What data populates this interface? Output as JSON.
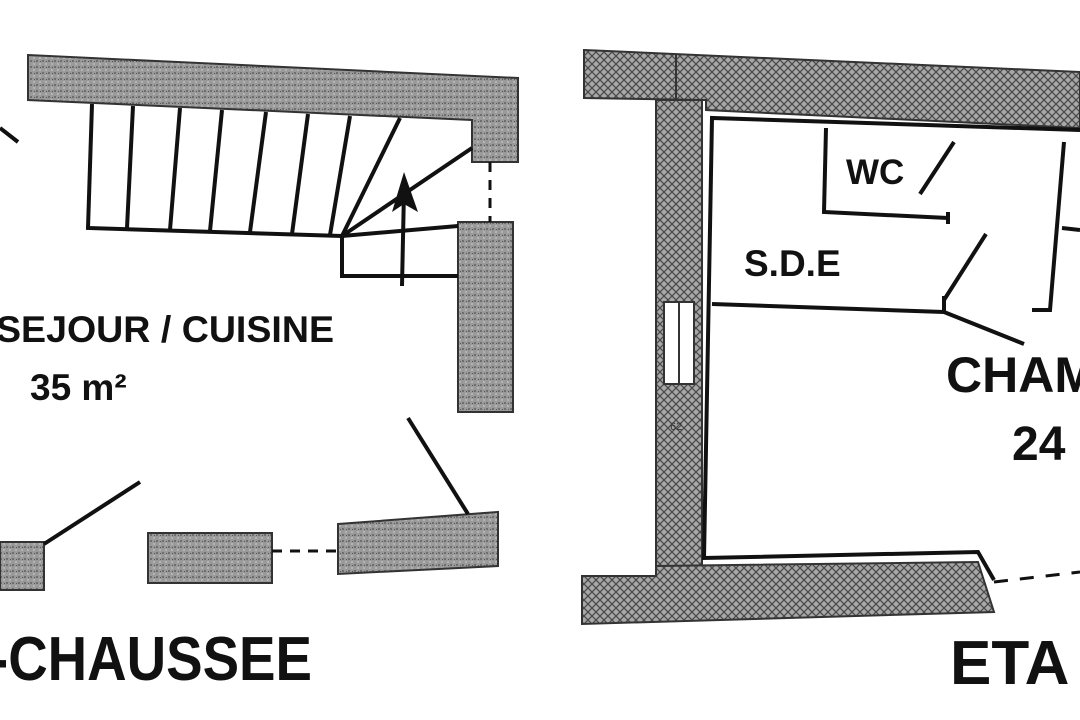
{
  "ground_floor": {
    "room_name": "SEJOUR / CUISINE",
    "room_area": "35 m²",
    "floor_label": "-CHAUSSEE"
  },
  "upper_floor": {
    "wc_label": "WC",
    "sde_label": "S.D.E",
    "room_name": "CHAM",
    "room_area": "24",
    "floor_label": "ETA"
  },
  "colors": {
    "wall_fill": "#8f8f8f",
    "line": "#111111",
    "background": "#ffffff"
  }
}
